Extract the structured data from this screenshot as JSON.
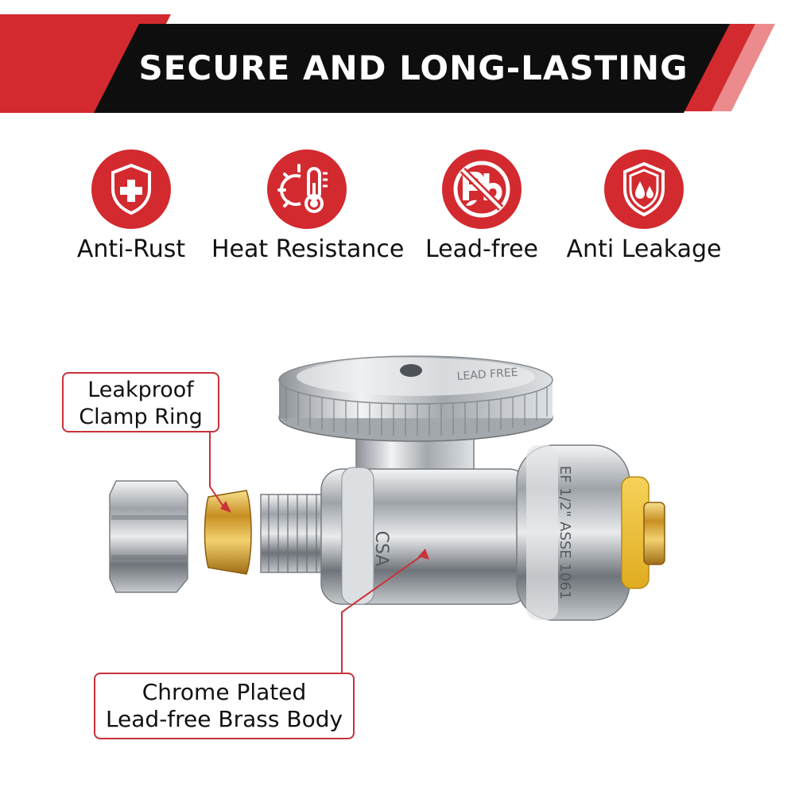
{
  "banner": {
    "title": "SECURE AND LONG-LASTING",
    "colors": {
      "dark": "#0e0e0e",
      "red": "#d22a2f",
      "pink": "#ec8b8e"
    }
  },
  "features": [
    {
      "icon": "shield-plus-icon",
      "label": "Anti-Rust"
    },
    {
      "icon": "sun-thermometer-icon",
      "label": "Heat Resistance"
    },
    {
      "icon": "lead-free-pb-icon",
      "label": "Lead-free"
    },
    {
      "icon": "shield-droplets-icon",
      "label": "Anti Leakage"
    }
  ],
  "callouts": {
    "clamp_ring": {
      "line1": "Leakproof",
      "line2": "Clamp Ring"
    },
    "body": {
      "line1": "Chrome Plated",
      "line2": "Lead-free Brass Body"
    }
  },
  "product": {
    "handle_text": "LEAD FREE",
    "body_text": "EF 1/2\" ASSE 1061",
    "colors": {
      "chrome": "#c8ccd0",
      "brass": "#d9a93a",
      "yellow_ring": "#f2c63d"
    }
  }
}
